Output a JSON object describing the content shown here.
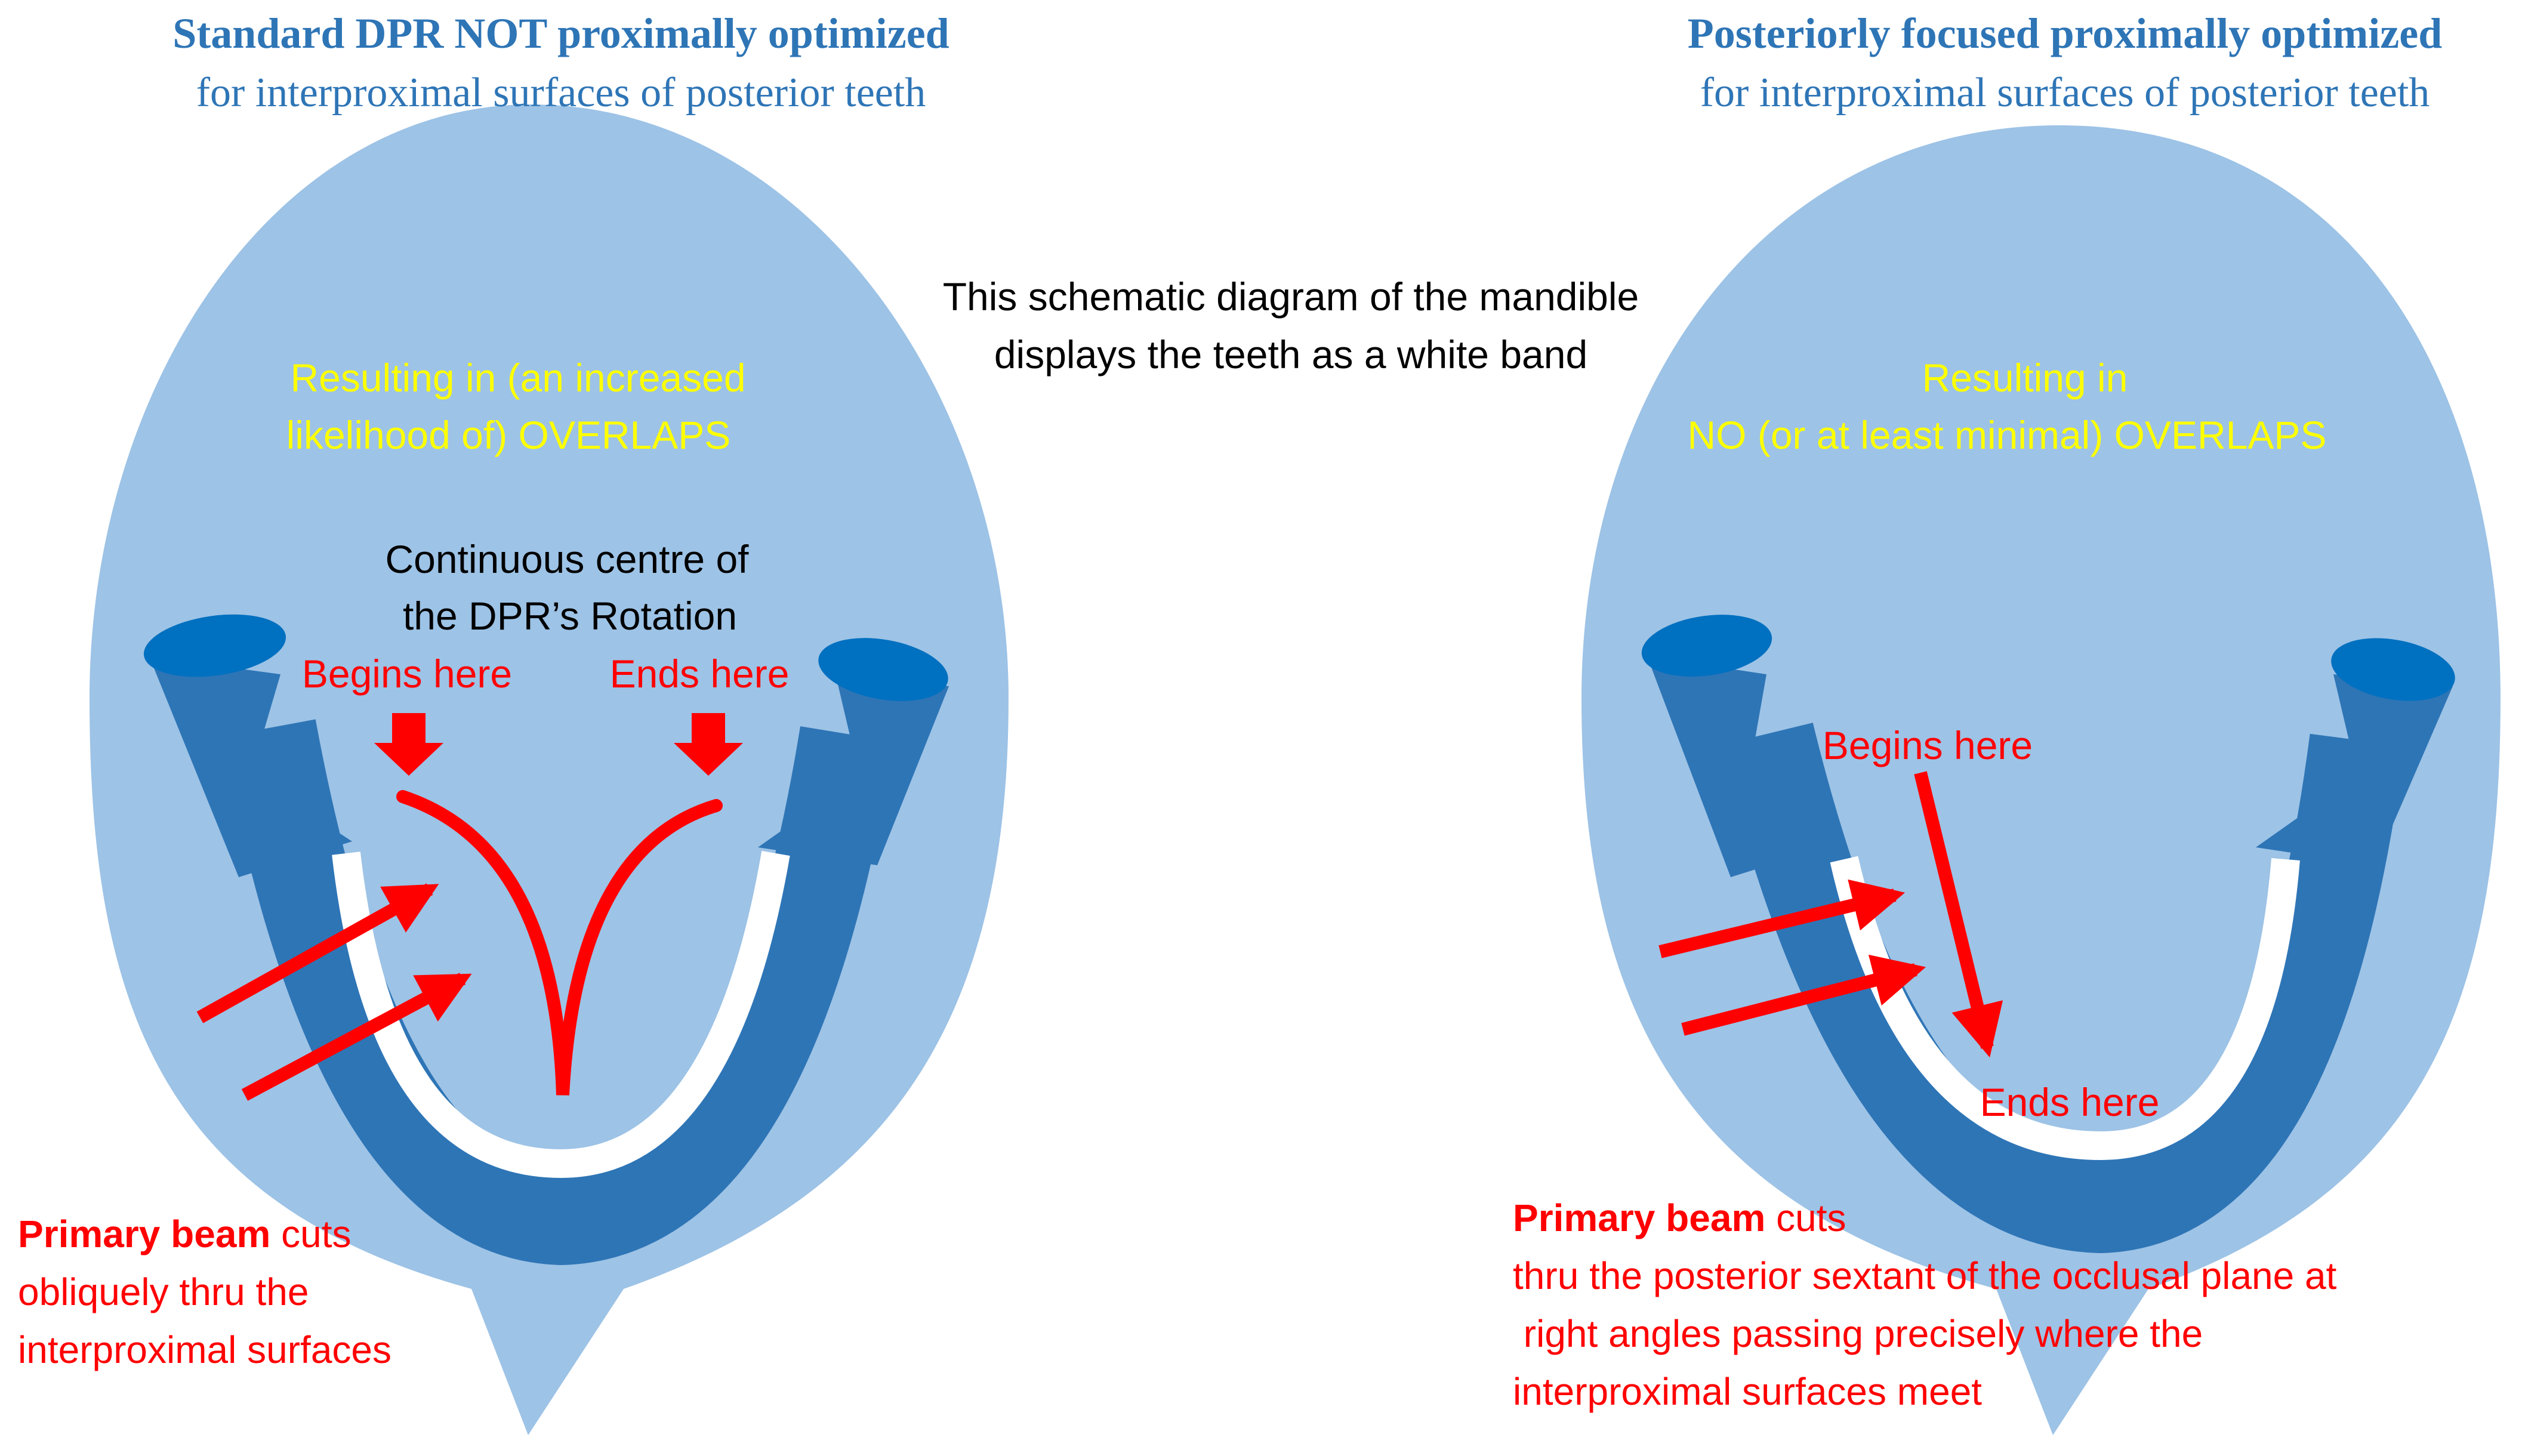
{
  "colors": {
    "head_fill": "#9DC3E6",
    "jaw_fill": "#2E75B6",
    "condyle_fill": "#0070C0",
    "teeth_band": "#FFFFFF",
    "red": "#FF0000",
    "title_blue": "#2E75B6",
    "yellow": "#FFFF00",
    "black": "#000000"
  },
  "center_note": {
    "line1": "This schematic diagram of the mandible",
    "line2": "displays the teeth as a white band"
  },
  "left_panel": {
    "title": "Standard DPR NOT proximally optimized",
    "subtitle": "for interproximal  surfaces of posterior teeth",
    "result_line1": "Resulting in (an increased",
    "result_line2": "likelihood of) OVERLAPS",
    "rotation_line1": "Continuous centre of",
    "rotation_line2": "the  DPR’s Rotation",
    "begins_label": "Begins here",
    "ends_label": "Ends here",
    "beam_bold": "Primary beam",
    "beam_rest": " cuts",
    "beam_line2": "obliquely thru the",
    "beam_line3": "interproximal surfaces"
  },
  "right_panel": {
    "title": "Posteriorly focused  proximally optimized",
    "subtitle": "for interproximal  surfaces of posterior teeth",
    "result_line1": "Resulting in",
    "result_line2": "NO (or at least minimal) OVERLAPS",
    "begins_label": "Begins here",
    "ends_label": "Ends here",
    "beam_bold": "Primary beam",
    "beam_rest": " cuts",
    "beam_line2": "thru the posterior sextant of the occlusal plane at",
    "beam_line3": " right angles passing precisely where the",
    "beam_line4": "interproximal surfaces meet"
  }
}
